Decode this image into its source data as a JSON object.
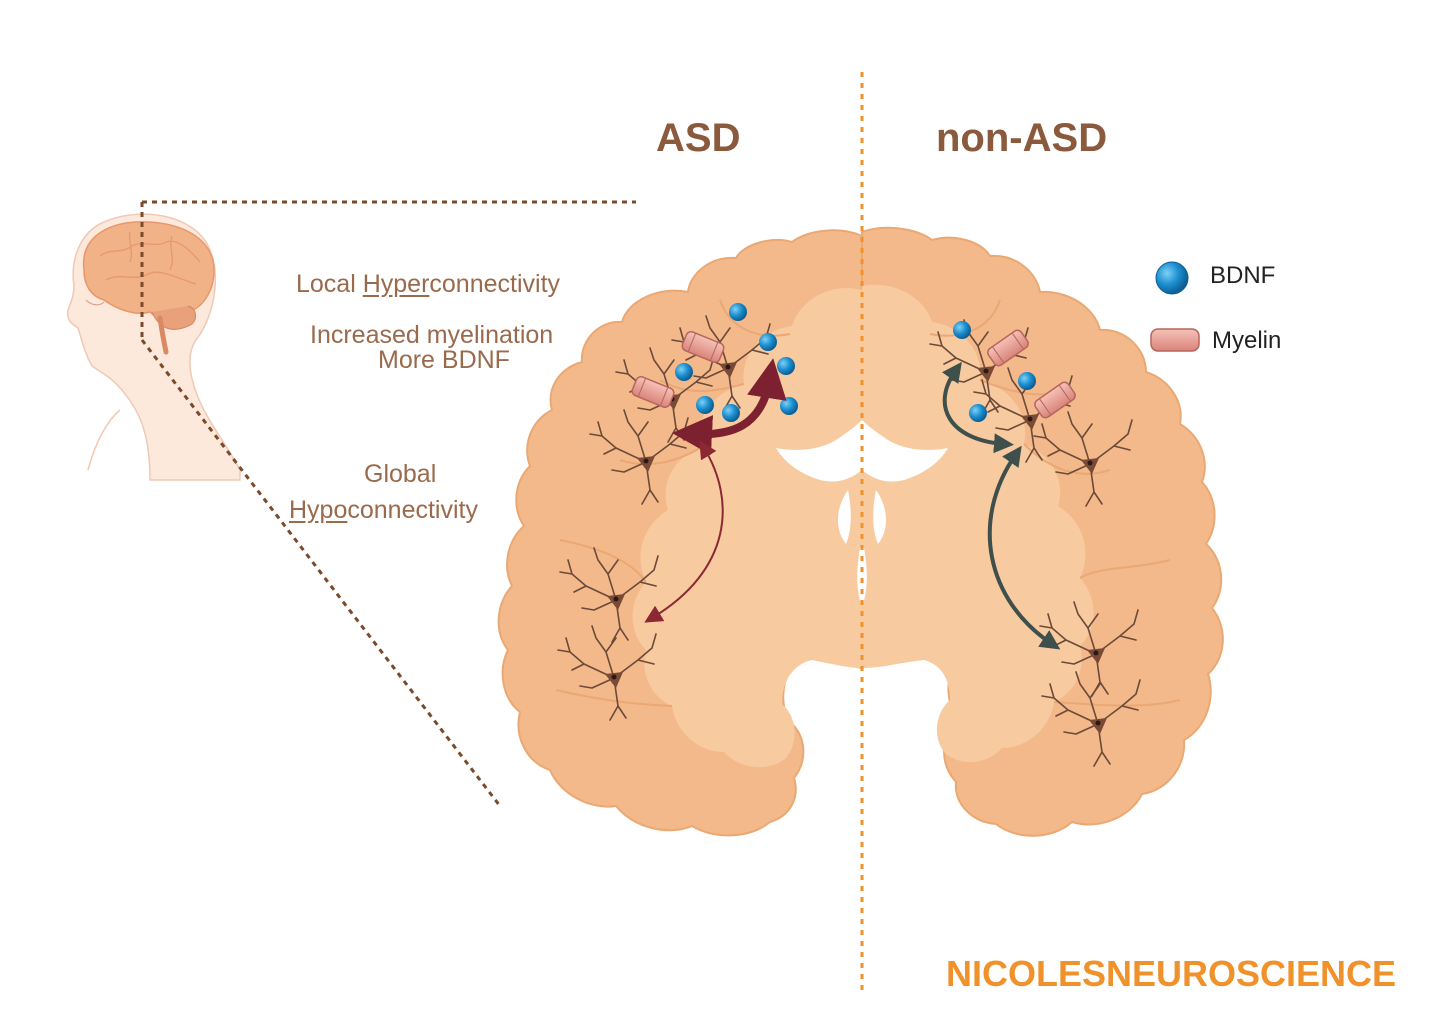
{
  "titles": {
    "left": "ASD",
    "right": "non-ASD"
  },
  "annotations": {
    "local_prefix": "Local ",
    "local_underlined": "Hyper",
    "local_suffix": "connectivity",
    "myelination": "Increased myelination",
    "bdnf": "More BDNF",
    "global": "Global",
    "global_underlined": "Hypo",
    "global_suffix": "connectivity"
  },
  "legend": {
    "bdnf": "BDNF",
    "myelin": "Myelin"
  },
  "brand": "NICOLESNEUROSCIENCE",
  "colors": {
    "brain_outer": "#f4b98a",
    "brain_inner": "#f8caa0",
    "divider": "#f0922b",
    "asd_arrow": "#7d2030",
    "nonasd_arrow": "#3f4f4c",
    "bdnf": "#1c8fd0",
    "myelin": "#e89a90",
    "neuron": "#6b4a3a"
  }
}
